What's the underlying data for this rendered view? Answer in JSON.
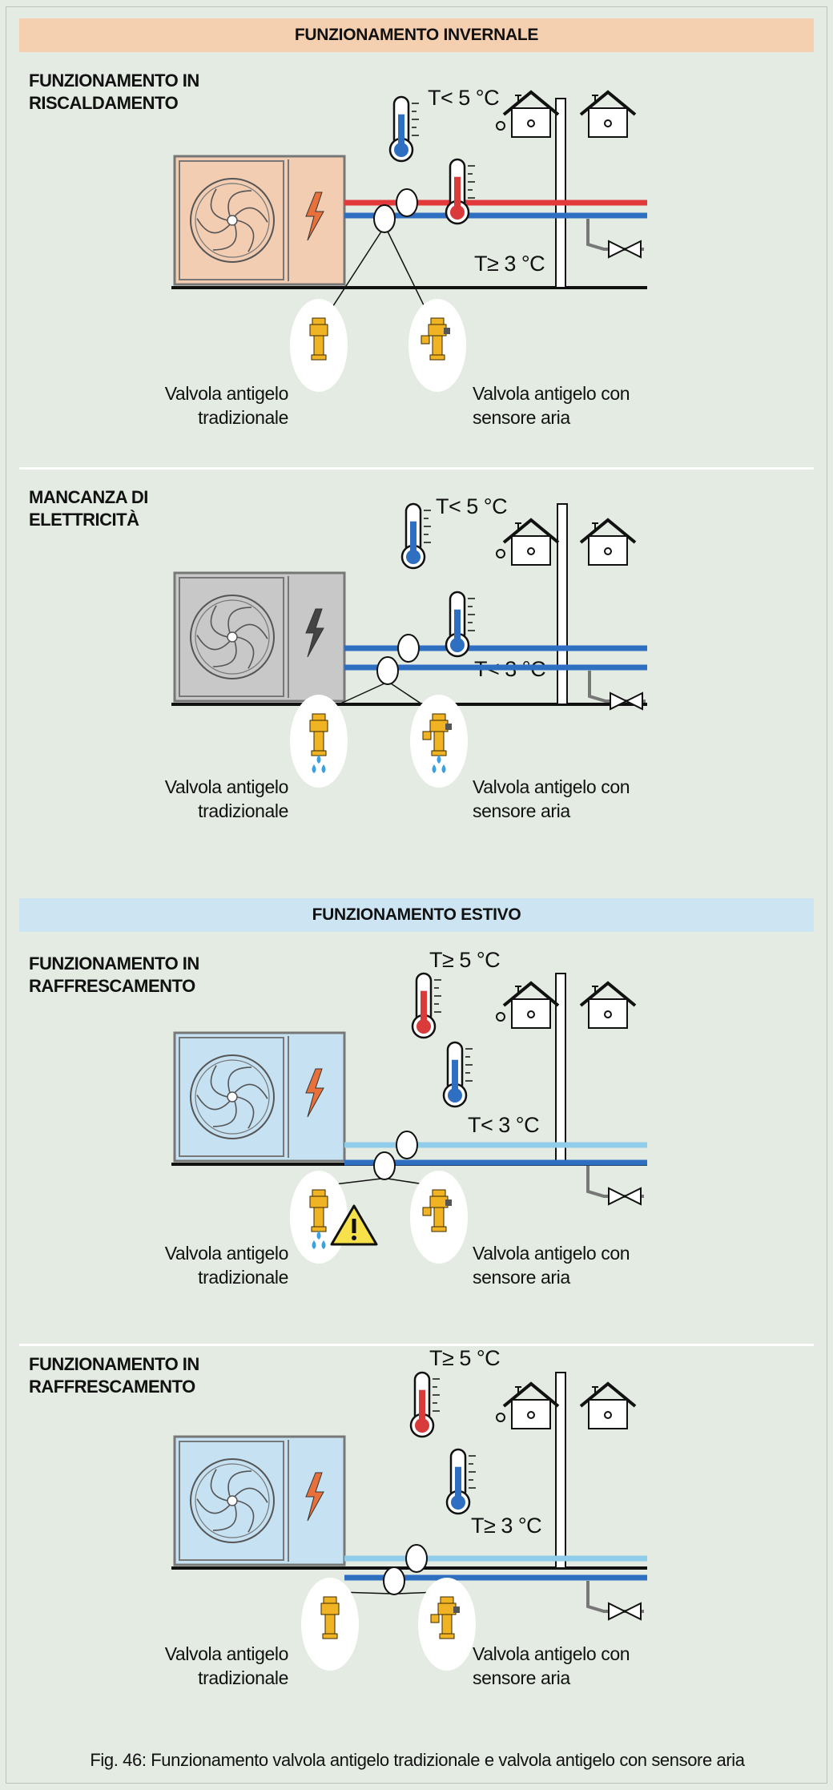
{
  "sections": {
    "winter": "FUNZIONAMENTO INVERNALE",
    "summer": "FUNZIONAMENTO ESTIVO"
  },
  "panels": [
    {
      "title": "FUNZIONAMENTO IN\nRISCALDAMENTO",
      "ambient_temp": "T< 5 °C",
      "pipe_temp": "T≥ 3 °C",
      "left_valve": "Valvola antigelo\ntradizionale",
      "right_valve": "Valvola antigelo con\nsensore aria",
      "unit_state": "heating",
      "unit_color": "#f2cdb2",
      "supply_pipe_color": "#e23a3a",
      "return_pipe_color": "#2e6fc2",
      "ambient_thermo": "cold",
      "pipe_thermo": "hot",
      "left_valve_drips": false,
      "right_valve_drips": false,
      "warning": false
    },
    {
      "title": "MANCANZA DI\nELETTRICITÀ",
      "ambient_temp": "T< 5 °C",
      "pipe_temp": "T< 3 °C",
      "left_valve": "Valvola antigelo\ntradizionale",
      "right_valve": "Valvola antigelo con\nsensore aria",
      "unit_state": "off",
      "unit_color": "#c8c8c8",
      "supply_pipe_color": "#2e6fc2",
      "return_pipe_color": "#2e6fc2",
      "ambient_thermo": "cold",
      "pipe_thermo": "cold",
      "left_valve_drips": true,
      "right_valve_drips": true,
      "warning": false
    },
    {
      "title": "FUNZIONAMENTO IN\nRAFFRESCAMENTO",
      "ambient_temp": "T≥ 5 °C",
      "pipe_temp": "T< 3 °C",
      "left_valve": "Valvola antigelo\ntradizionale",
      "right_valve": "Valvola antigelo con\nsensore aria",
      "unit_state": "cooling",
      "unit_color": "#c6e2f2",
      "supply_pipe_color": "#8fcdea",
      "return_pipe_color": "#2e6fc2",
      "ambient_thermo": "hot",
      "pipe_thermo": "cold",
      "left_valve_drips": true,
      "right_valve_drips": false,
      "warning": true
    },
    {
      "title": "FUNZIONAMENTO IN\nRAFFRESCAMENTO",
      "ambient_temp": "T≥ 5 °C",
      "pipe_temp": "T≥ 3 °C",
      "left_valve": "Valvola antigelo\ntradizionale",
      "right_valve": "Valvola antigelo con\nsensore aria",
      "unit_state": "cooling",
      "unit_color": "#c6e2f2",
      "supply_pipe_color": "#8fcdea",
      "return_pipe_color": "#2e6fc2",
      "ambient_thermo": "hot",
      "pipe_thermo": "cold",
      "left_valve_drips": false,
      "right_valve_drips": false,
      "warning": false
    }
  ],
  "caption": "Fig. 46: Funzionamento valvola antigelo tradizionale e valvola antigelo con sensore aria",
  "colors": {
    "hot": "#d93a3a",
    "cold": "#2e6fc2",
    "valve_brass": "#f0b323",
    "warning_yellow": "#f7e14a"
  }
}
